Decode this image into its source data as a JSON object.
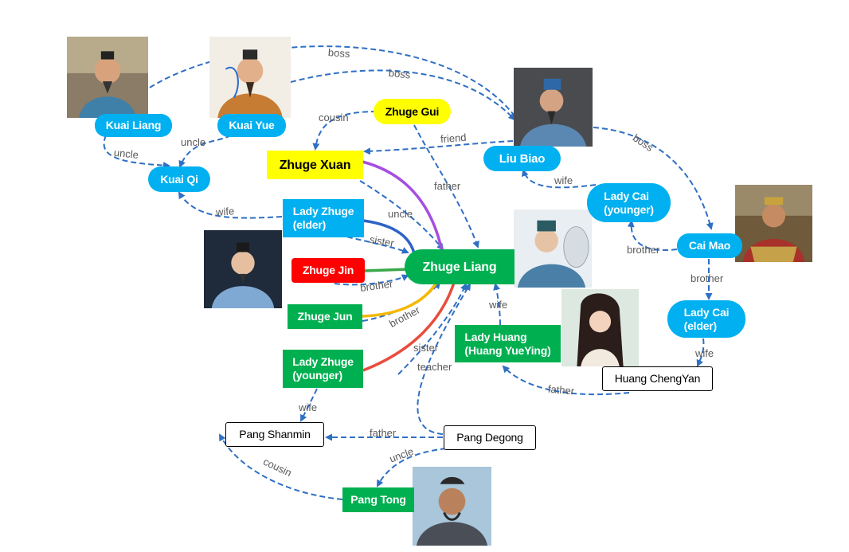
{
  "colors": {
    "blue": "#00b0f0",
    "green": "#00b050",
    "red": "#ff0000",
    "yellow": "#ffff00",
    "arrow": "#2f6fc4",
    "label": "#595959"
  },
  "nodes": {
    "kuai_liang": "Kuai Liang",
    "kuai_yue": "Kuai Yue",
    "kuai_qi": "Kuai Qi",
    "zhuge_gui": "Zhuge Gui",
    "zhuge_xuan": "Zhuge Xuan",
    "liu_biao": "Liu Biao",
    "lady_cai_younger": "Lady Cai\n(younger)",
    "cai_mao": "Cai Mao",
    "lady_cai_elder": "Lady Cai\n(elder)",
    "lady_zhuge_elder": "Lady Zhuge\n(elder)",
    "zhuge_jin": "Zhuge Jin",
    "zhuge_jun": "Zhuge Jun",
    "lady_zhuge_younger": "Lady Zhuge\n(younger)",
    "zhuge_liang": "Zhuge Liang",
    "lady_huang": "Lady Huang\n(Huang YueYing)",
    "huang_chengyan": "Huang ChengYan",
    "pang_shanmin": "Pang  Shanmin",
    "pang_degong": "Pang Degong",
    "pang_tong": "Pang Tong"
  },
  "edges": {
    "boss_1": "boss",
    "boss_2": "boss",
    "boss_3": "boss",
    "cousin_1": "cousin",
    "uncle_1": "uncle",
    "uncle_2": "uncle",
    "friend": "friend",
    "father_1": "father",
    "wife_1": "wife",
    "wife_2": "wife",
    "uncle_3": "uncle",
    "sister_1": "sister",
    "brother_1": "brother",
    "brother_2": "brother",
    "brother_3": "brother",
    "wife_3": "wife",
    "wife_4": "wife",
    "sister_2": "sister",
    "teacher": "teacher",
    "father_2": "father",
    "wife_5": "wife",
    "father_3": "father",
    "uncle_4": "uncle",
    "cousin_2": "cousin"
  },
  "portraits": [
    "kuai-liang-portrait",
    "kuai-yue-portrait",
    "liu-biao-portrait",
    "cai-mao-portrait",
    "zhuge-jin-portrait",
    "zhuge-liang-portrait",
    "lady-huang-portrait",
    "pang-tong-portrait"
  ]
}
